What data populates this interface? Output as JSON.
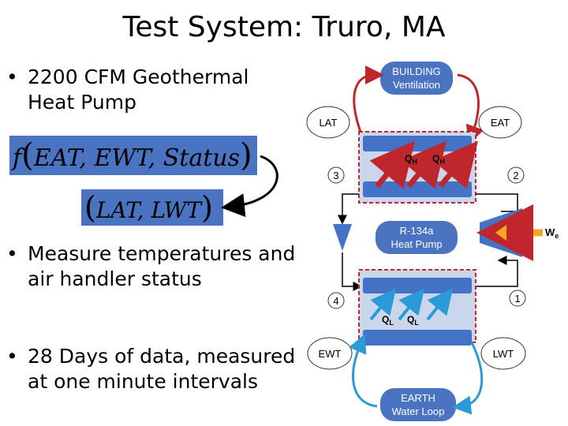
{
  "title": "Test System: Truro, MA",
  "bullets": [
    {
      "marker": "•",
      "text": "2200 CFM Geothermal Heat Pump"
    },
    {
      "marker": "•",
      "text": "Measure temperatures and air handler status"
    },
    {
      "marker": "•",
      "text": "28 Days of data, measured at one minute intervals"
    }
  ],
  "formula": {
    "function": "f",
    "inputs": "EAT, EWT, Status",
    "outputs": "LAT, LWT",
    "lparen": "(",
    "rparen": ")"
  },
  "diagram": {
    "building_top": "BUILDING",
    "building_bottom": "Ventilation",
    "lat": "LAT",
    "eat": "EAT",
    "qh": "Q",
    "qh_sub": "H",
    "ql": "Q",
    "ql_sub": "L",
    "state3": "3",
    "state2": "2",
    "state4": "4",
    "state1": "1",
    "pump_top": "R-134a",
    "pump_bottom": "Heat Pump",
    "work": "W",
    "work_sub": "e",
    "ewt": "EWT",
    "lwt": "LWT",
    "earth_top": "EARTH",
    "earth_bottom": "Water Loop"
  },
  "colors": {
    "box_blue": "#4a73c2",
    "box_light": "#c9d6ec",
    "red_arrow": "#c0272d",
    "blue_arrow": "#2a9bd7",
    "hx_blue": "#4472c4",
    "dashed_red": "#c0272d",
    "work_arrow": "#f5a623"
  }
}
